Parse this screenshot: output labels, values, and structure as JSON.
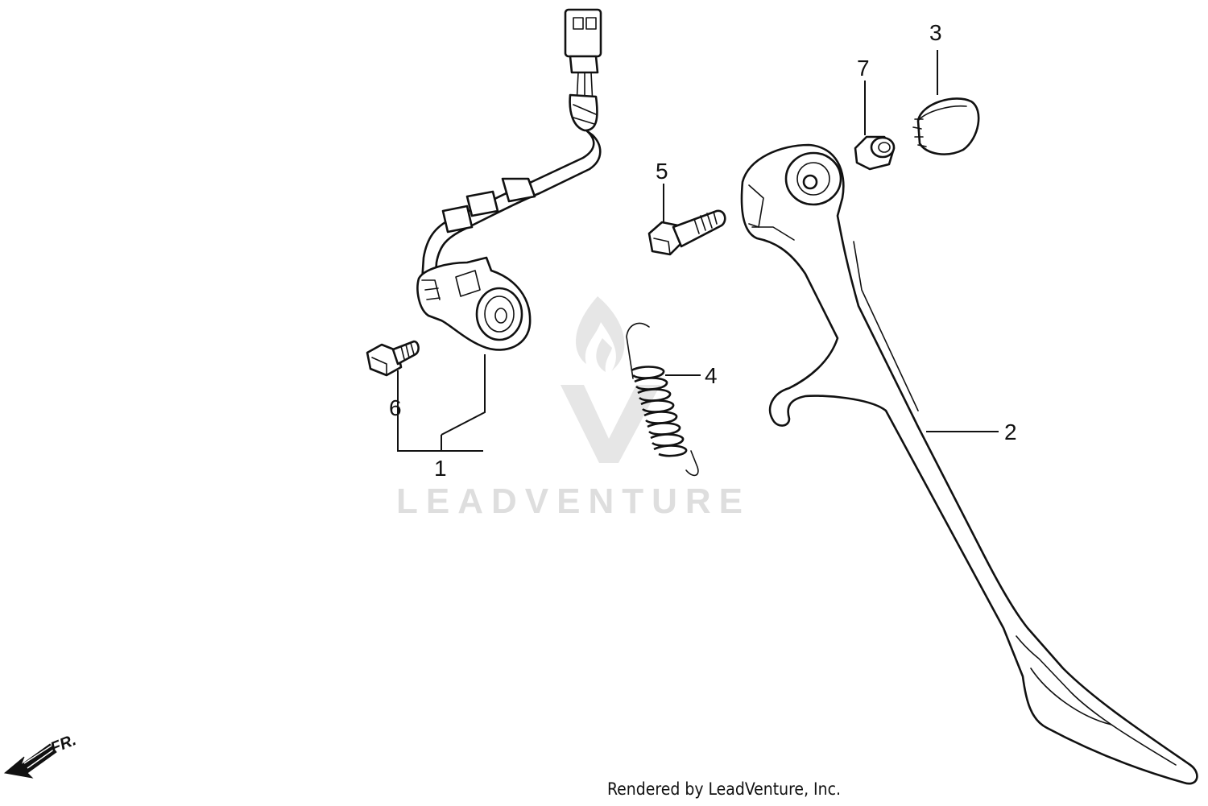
{
  "watermark": {
    "brand": "LEADVENTURE"
  },
  "callouts": [
    {
      "id": "1",
      "label": "1"
    },
    {
      "id": "2",
      "label": "2"
    },
    {
      "id": "3",
      "label": "3"
    },
    {
      "id": "4",
      "label": "4"
    },
    {
      "id": "5",
      "label": "5"
    },
    {
      "id": "6",
      "label": "6"
    },
    {
      "id": "7",
      "label": "7"
    }
  ],
  "direction_indicator": {
    "label": "FR."
  },
  "footer": {
    "credit": "Rendered by LeadVenture, Inc."
  }
}
